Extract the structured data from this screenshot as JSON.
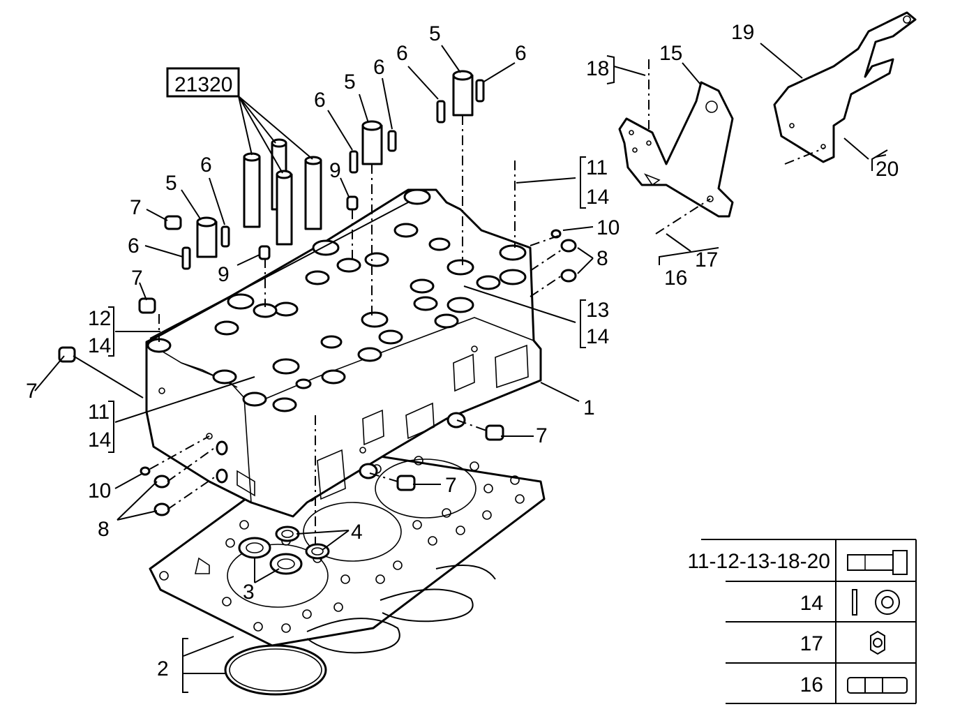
{
  "reference_box": "21320",
  "callouts": {
    "c1": "1",
    "c2": "2",
    "c3": "3",
    "c4": "4",
    "c5a": "5",
    "c5b": "5",
    "c5c": "5",
    "c6a": "6",
    "c6b": "6",
    "c6c": "6",
    "c6d": "6",
    "c6e": "6",
    "c6f": "6",
    "c7a": "7",
    "c7b": "7",
    "c7c": "7",
    "c7d": "7",
    "c7e": "7",
    "c8a": "8",
    "c8b": "8",
    "c9a": "9",
    "c9b": "9",
    "c10a": "10",
    "c10b": "10",
    "c11a": "11",
    "c11b": "11",
    "c12": "12",
    "c13": "13",
    "c14a": "14",
    "c14b": "14",
    "c14c": "14",
    "c14d": "14",
    "c15": "15",
    "c16": "16",
    "c17": "17",
    "c18": "18",
    "c19": "19",
    "c20": "20"
  },
  "legend": {
    "rows": [
      {
        "label": "11-12-13-18-20",
        "icon": "bolt-icon"
      },
      {
        "label": "14",
        "icon": "washer-icon"
      },
      {
        "label": "17",
        "icon": "nut-icon"
      },
      {
        "label": "16",
        "icon": "stud-icon"
      }
    ]
  }
}
